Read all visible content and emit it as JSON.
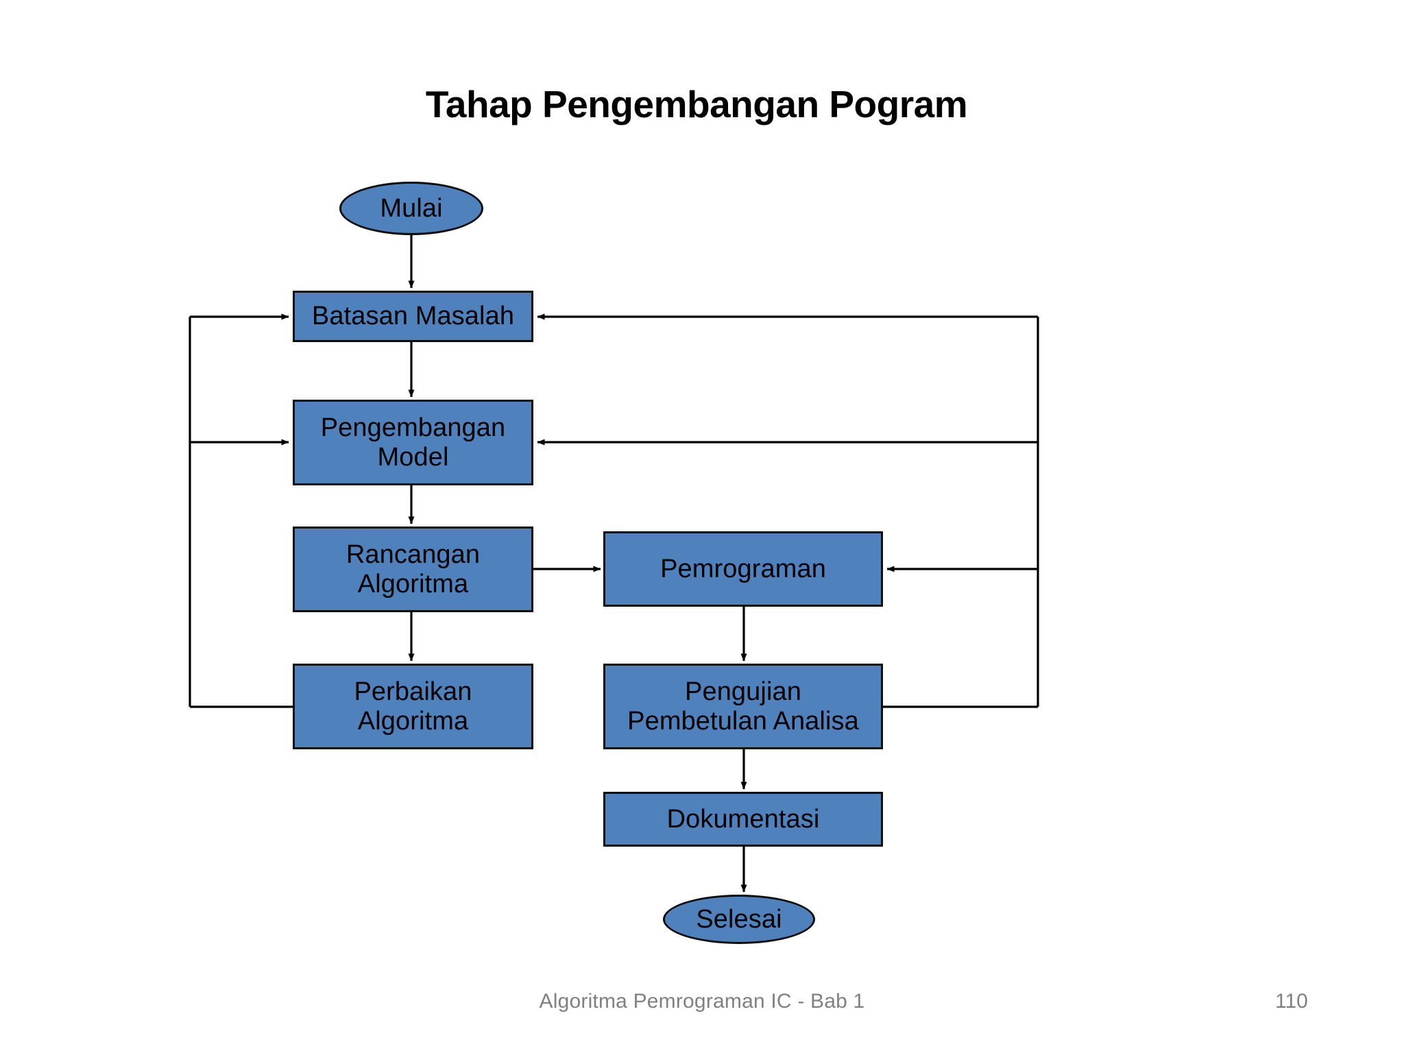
{
  "slide": {
    "title": "Tahap Pengembangan Pogram",
    "footer_text": "Algoritma Pemrograman IC - Bab 1",
    "page_number": "110",
    "background_color": "#FFFFFF"
  },
  "theme": {
    "node_fill": "#4F81BD",
    "node_border": "#0D0D0D",
    "node_text": "#000000",
    "connector_color": "#000000",
    "footer_color": "#808080",
    "title_color": "#000000"
  },
  "diagram": {
    "type": "flowchart",
    "nodes": [
      {
        "id": "mulai",
        "label": "Mulai",
        "shape": "ellipse",
        "column": "left"
      },
      {
        "id": "batasan",
        "label": "Batasan Masalah",
        "shape": "rectangle",
        "column": "left"
      },
      {
        "id": "pengembangan",
        "label": "Pengembangan\nModel",
        "shape": "rectangle",
        "column": "left"
      },
      {
        "id": "rancangan",
        "label": "Rancangan\nAlgoritma",
        "shape": "rectangle",
        "column": "left"
      },
      {
        "id": "perbaikan",
        "label": "Perbaikan\nAlgoritma",
        "shape": "rectangle",
        "column": "left"
      },
      {
        "id": "pemrograman",
        "label": "Pemrograman",
        "shape": "rectangle",
        "column": "right"
      },
      {
        "id": "pengujian",
        "label": "Pengujian\nPembetulan Analisa",
        "shape": "rectangle",
        "column": "right"
      },
      {
        "id": "dokumentasi",
        "label": "Dokumentasi",
        "shape": "rectangle",
        "column": "right"
      },
      {
        "id": "selesai",
        "label": "Selesai",
        "shape": "ellipse",
        "column": "right"
      }
    ],
    "edges": [
      {
        "from": "mulai",
        "to": "batasan",
        "kind": "straight-down",
        "arrow": true
      },
      {
        "from": "batasan",
        "to": "pengembangan",
        "kind": "straight-down",
        "arrow": true
      },
      {
        "from": "pengembangan",
        "to": "rancangan",
        "kind": "straight-down",
        "arrow": true
      },
      {
        "from": "rancangan",
        "to": "perbaikan",
        "kind": "straight-down",
        "arrow": true
      },
      {
        "from": "rancangan",
        "to": "pemrograman",
        "kind": "straight-right",
        "arrow": true
      },
      {
        "from": "pemrograman",
        "to": "pengujian",
        "kind": "straight-down",
        "arrow": true
      },
      {
        "from": "pengujian",
        "to": "dokumentasi",
        "kind": "straight-down",
        "arrow": true
      },
      {
        "from": "dokumentasi",
        "to": "selesai",
        "kind": "straight-down",
        "arrow": true
      },
      {
        "from": "perbaikan",
        "to": "batasan",
        "kind": "feedback-left",
        "arrow": true
      },
      {
        "from": "perbaikan",
        "to": "pengembangan",
        "kind": "feedback-left",
        "arrow": true
      },
      {
        "from": "pengujian",
        "to": "batasan",
        "kind": "feedback-right",
        "arrow": true
      },
      {
        "from": "pengujian",
        "to": "pengembangan",
        "kind": "feedback-right",
        "arrow": true
      },
      {
        "from": "pengujian",
        "to": "pemrograman",
        "kind": "feedback-right",
        "arrow": true
      }
    ]
  }
}
